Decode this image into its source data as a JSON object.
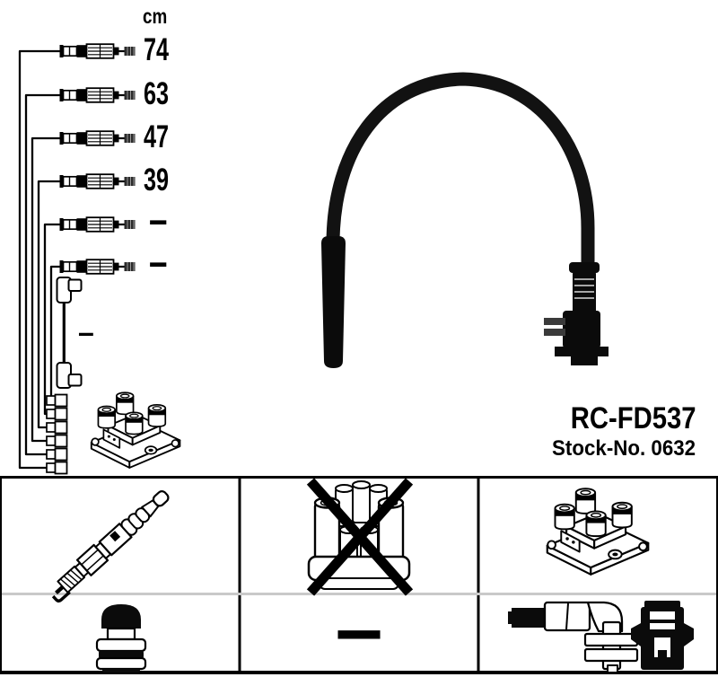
{
  "colors": {
    "ink": "#000000",
    "background": "#ffffff",
    "row_divider": "#c9c9c9"
  },
  "diagram": {
    "unit_label": "cm",
    "cable_lengths": [
      "74",
      "63",
      "47",
      "39",
      "–",
      "–"
    ],
    "coil_link_length": "–"
  },
  "product": {
    "part_number": "RC-FD537",
    "stock_number": "Stock-No. 0632"
  },
  "legend": {
    "dash_label": "–",
    "cells": [
      {
        "position": "top-left",
        "icon": "spark-plug-icon",
        "crossed_out": false
      },
      {
        "position": "top-middle",
        "icon": "distributor-cap-icon",
        "crossed_out": true
      },
      {
        "position": "top-right",
        "icon": "ignition-coil-icon",
        "crossed_out": false
      },
      {
        "position": "bottom-left",
        "icon": "plug-cap-icon",
        "crossed_out": false
      },
      {
        "position": "bottom-middle",
        "icon": "dash",
        "crossed_out": false
      },
      {
        "position": "bottom-right",
        "icon": "connector-terminal-icon",
        "crossed_out": false
      }
    ]
  }
}
